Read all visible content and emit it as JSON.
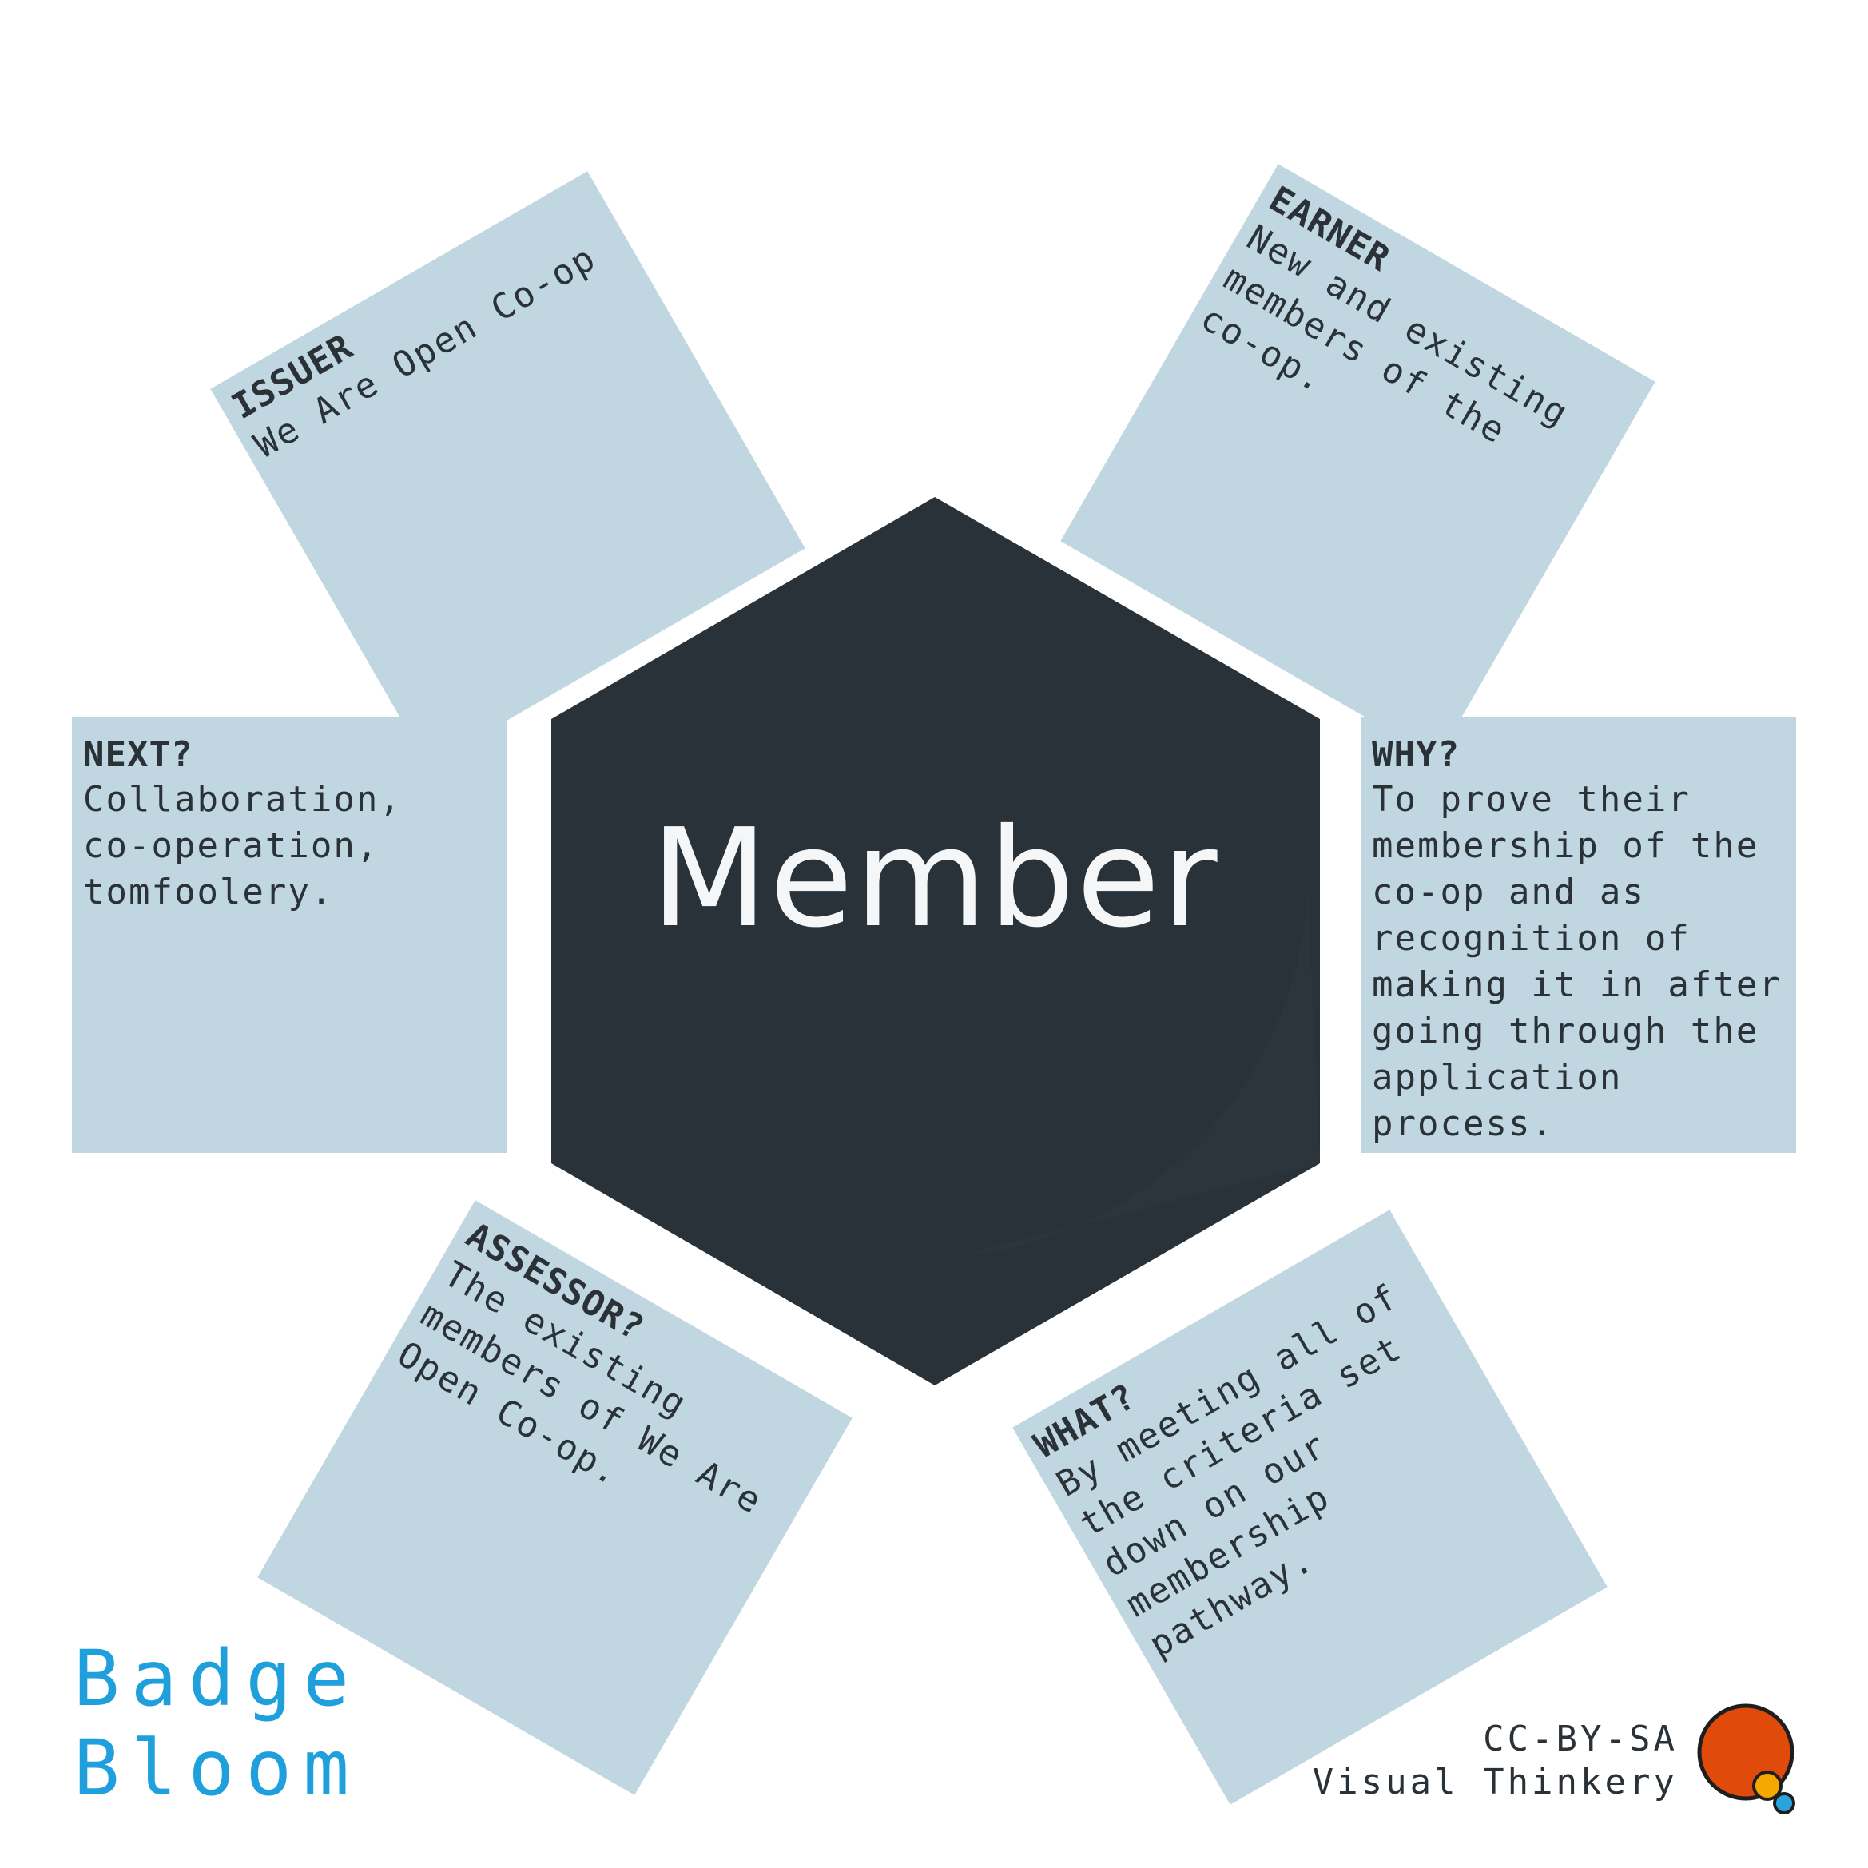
{
  "center": {
    "title": "Member"
  },
  "cards": {
    "issuer": {
      "title": "ISSUER",
      "body": "We Are Open Co-op"
    },
    "earner": {
      "title": "EARNER",
      "body": "New and existing\nmembers of the\nco-op."
    },
    "why": {
      "title": "WHY?",
      "body": "To prove their\nmembership of the\nco-op and as\nrecognition of\nmaking it in after\ngoing through the\napplication\nprocess."
    },
    "what": {
      "title": "WHAT?",
      "body": "By meeting all of\nthe criteria set\ndown on our\nmembership\npathway."
    },
    "assessor": {
      "title": "ASSESSOR?",
      "body": "The existing\nmembers of We Are\nOpen Co-op."
    },
    "next": {
      "title": "NEXT?",
      "body": "Collaboration,\nco-operation,\ntomfoolery."
    }
  },
  "brand": {
    "line1": "Badge",
    "line2": "Bloom"
  },
  "credit": {
    "license": "CC-BY-SA",
    "author": "Visual Thinkery"
  },
  "colors": {
    "card": "#c0d6e0",
    "hexagon": "#283238",
    "brand": "#1f9fdc",
    "logo_big": "#e04a0a",
    "logo_small_1": "#f5a800",
    "logo_small_2": "#29a3dd"
  },
  "icons": {
    "logo": "visual-thinkery-logo-icon"
  }
}
